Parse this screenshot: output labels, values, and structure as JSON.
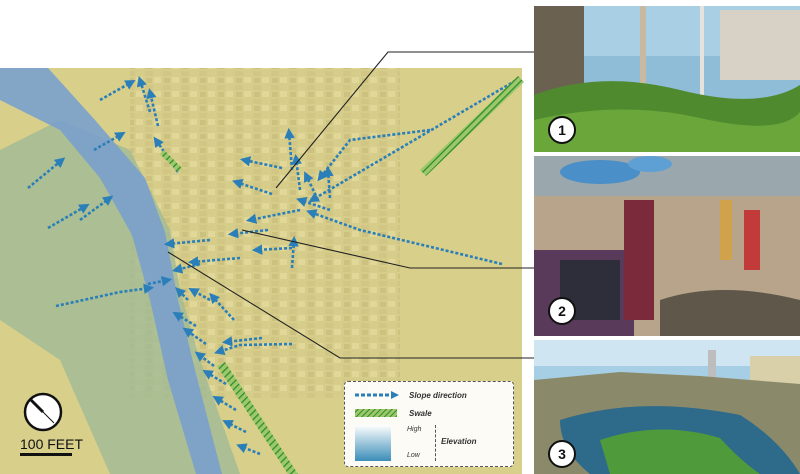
{
  "legend": {
    "slope_label": "Slope direction",
    "swale_label": "Swale",
    "high_label": "High",
    "low_label": "Low",
    "elevation_label": "Elevation"
  },
  "scale": {
    "label": "100 FEET"
  },
  "photos": [
    {
      "number": "1"
    },
    {
      "number": "2"
    },
    {
      "number": "3"
    }
  ],
  "colors": {
    "slope_arrow": "#2a7fb8",
    "swale": "#3a9a3a",
    "river": "#7aa0cc",
    "map_base": "#d8cf8a"
  }
}
